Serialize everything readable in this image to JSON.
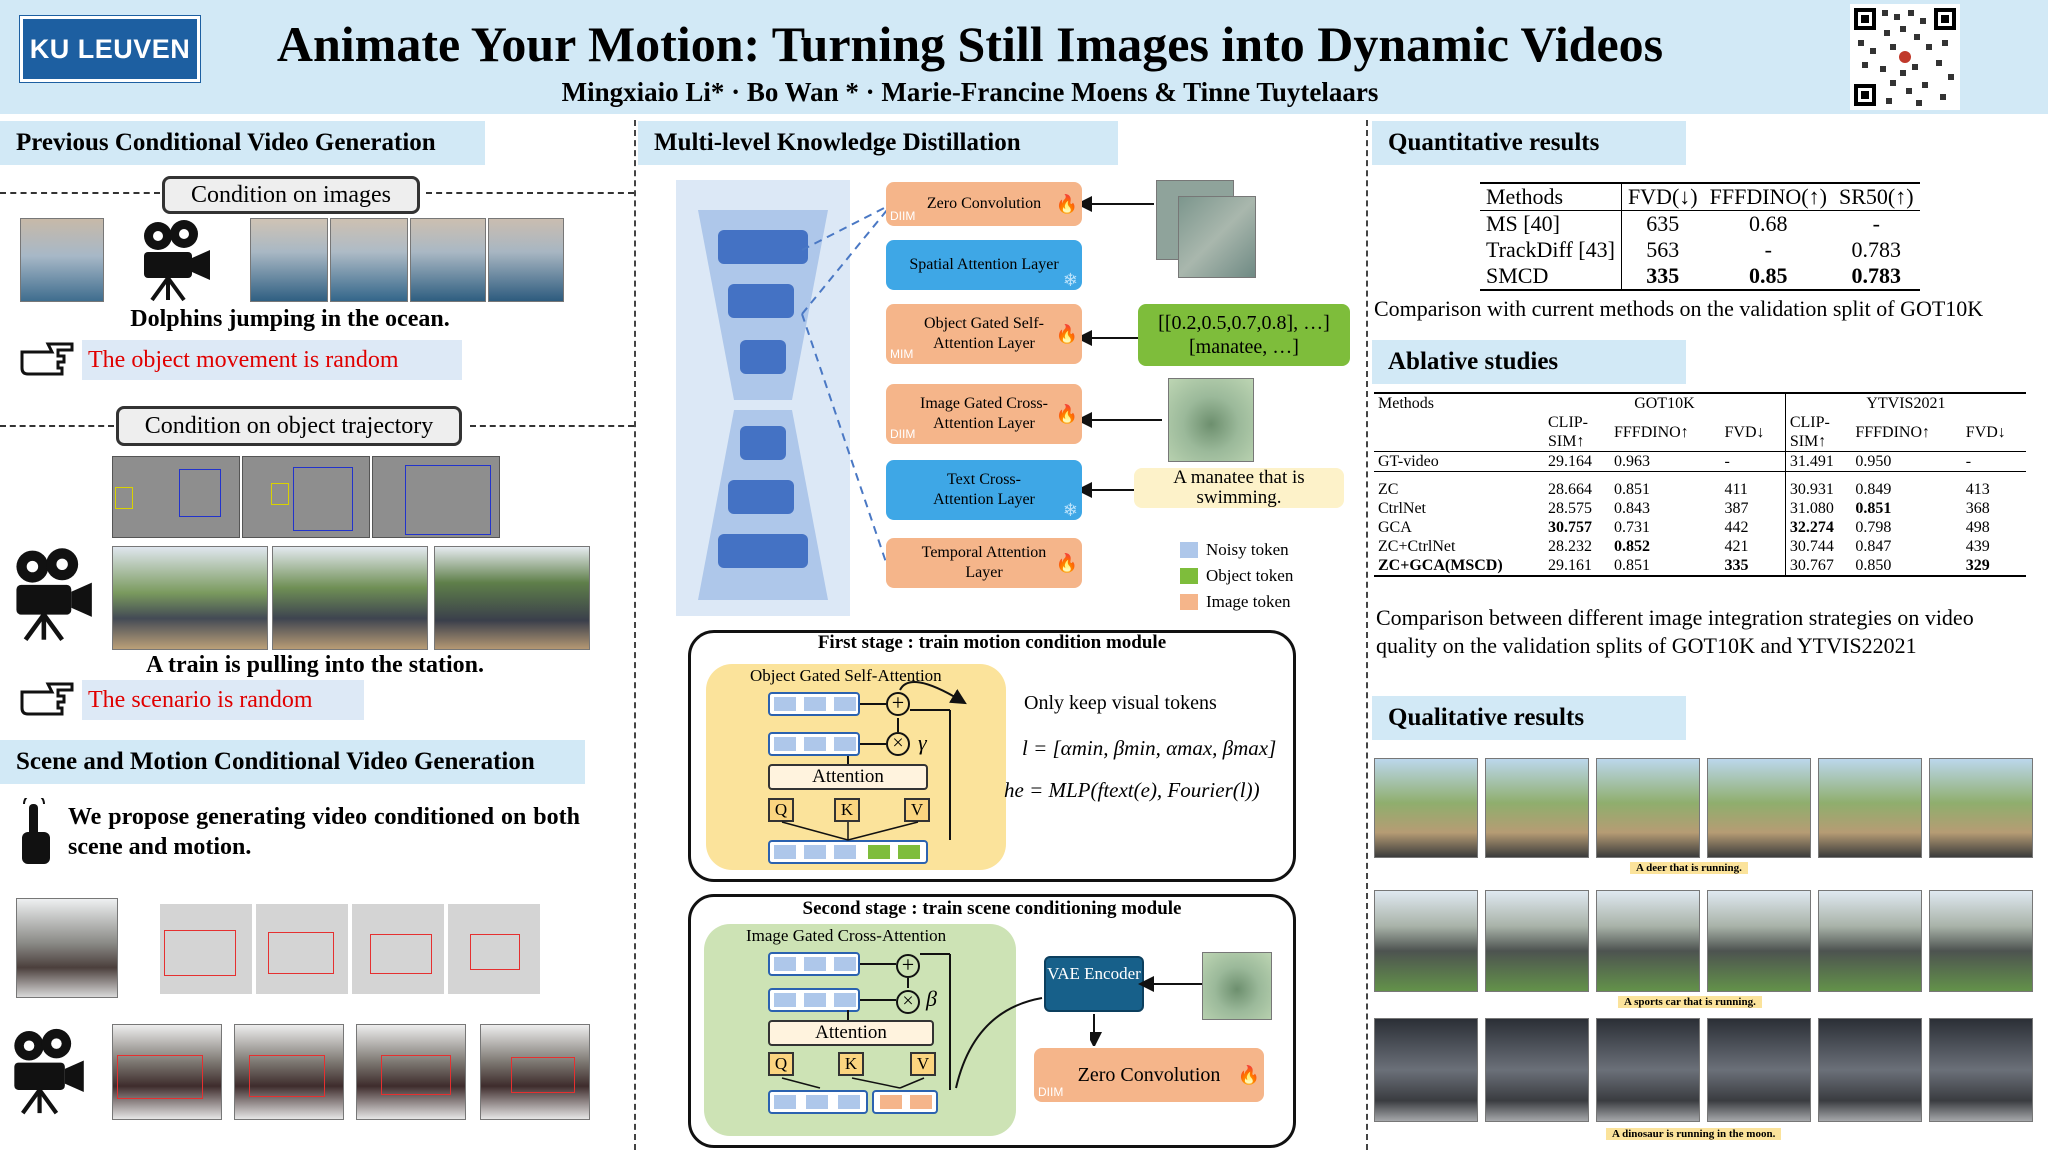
{
  "header": {
    "logo": "KU LEUVEN",
    "title": "Animate Your Motion: Turning Still Images into Dynamic Videos",
    "authors": "Mingxiaio Li* · Bo Wan * · Marie-Francine Moens & Tinne Tuytelaars",
    "qr_icon": "qr-code"
  },
  "left": {
    "sec1_title": "Previous Conditional Video Generation",
    "cond_images": "Condition on images",
    "caption_dolphin": "Dolphins jumping in the ocean.",
    "note_random_motion": "The object movement is random",
    "cond_traj": "Condition on object trajectory",
    "caption_train": "A train is pulling into the station.",
    "note_random_scene": "The scenario is random",
    "sec2_title": "Scene and Motion Conditional Video Generation",
    "proposal": "We propose generating video conditioned on both scene and motion."
  },
  "middle": {
    "title": "Multi-level Knowledge Distillation",
    "layers": [
      {
        "label": "Zero Convolution",
        "tag": "DIIM"
      },
      {
        "label": "Spatial Attention Layer",
        "tag": ""
      },
      {
        "label": "Object Gated Self-Attention Layer",
        "tag": "MIM"
      },
      {
        "label": "Image Gated Cross-Attention Layer",
        "tag": "DIIM"
      },
      {
        "label": "Text Cross-Attention Layer",
        "tag": ""
      },
      {
        "label": "Temporal Attention Layer",
        "tag": ""
      }
    ],
    "bbox_input": "[[0.2,0.5,0.7,0.8], …]\n[manatee, …]",
    "text_input": "A manatee that is swimming.",
    "legend": [
      "Noisy token",
      "Object token",
      "Image token"
    ],
    "stage1_title": "First stage : train motion condition module",
    "stage1_box": "Object Gated Self-Attention",
    "only_visual": "Only keep visual tokens",
    "gamma": "γ",
    "attention": "Attention",
    "q": "Q",
    "k": "K",
    "v": "V",
    "formula1": "l = [αmin, βmin, αmax, βmax]",
    "formula2": "he = MLP(ftext(e), Fourier(l))",
    "stage2_title": "Second stage : train scene conditioning module",
    "stage2_box": "Image Gated Cross-Attention",
    "beta": "β",
    "vae": "VAE Encoder",
    "zero_conv": "Zero Convolution",
    "diim": "DIIM"
  },
  "right": {
    "quant_title": "Quantitative results",
    "quant_headers": [
      "Methods",
      "FVD(↓)",
      "FFFDINO(↑)",
      "SR50(↑)"
    ],
    "quant_rows": [
      [
        "MS [40]",
        "635",
        "0.68",
        "-"
      ],
      [
        "TrackDiff [43]",
        "563",
        "-",
        "0.783"
      ],
      [
        "SMCD",
        "335",
        "0.85",
        "0.783"
      ]
    ],
    "quant_caption": "Comparison with current methods on the validation split of GOT10K",
    "abl_title": "Ablative studies",
    "abl_group1": "GOT10K",
    "abl_group2": "YTVIS2021",
    "abl_methods": "Methods",
    "abl_cols": [
      "CLIP-SIM↑",
      "FFFDINO↑",
      "FVD↓",
      "CLIP-SIM↑",
      "FFFDINO↑",
      "FVD↓"
    ],
    "abl_rows": [
      [
        "GT-video",
        "29.164",
        "0.963",
        "-",
        "31.491",
        "0.950",
        "-"
      ],
      [
        "ZC",
        "28.664",
        "0.851",
        "411",
        "30.931",
        "0.849",
        "413"
      ],
      [
        "CtrlNet",
        "28.575",
        "0.843",
        "387",
        "31.080",
        "0.851",
        "368"
      ],
      [
        "GCA",
        "30.757",
        "0.731",
        "442",
        "32.274",
        "0.798",
        "498"
      ],
      [
        "ZC+CtrlNet",
        "28.232",
        "0.852",
        "421",
        "30.744",
        "0.847",
        "439"
      ],
      [
        "ZC+GCA(MSCD)",
        "29.161",
        "0.851",
        "335",
        "30.767",
        "0.850",
        "329"
      ]
    ],
    "abl_caption": "Comparison between different image integration strategies on video quality on the validation splits of GOT10K and YTVIS22021",
    "qual_title": "Qualitative results",
    "qual_captions": [
      "A deer that is running.",
      "A sports car that is running.",
      "A dinosaur is running in the moon."
    ]
  },
  "colors": {
    "header_bg": "#d2e9f6",
    "accent_blue": "#1d5fa1",
    "red_note": "#e00000"
  }
}
